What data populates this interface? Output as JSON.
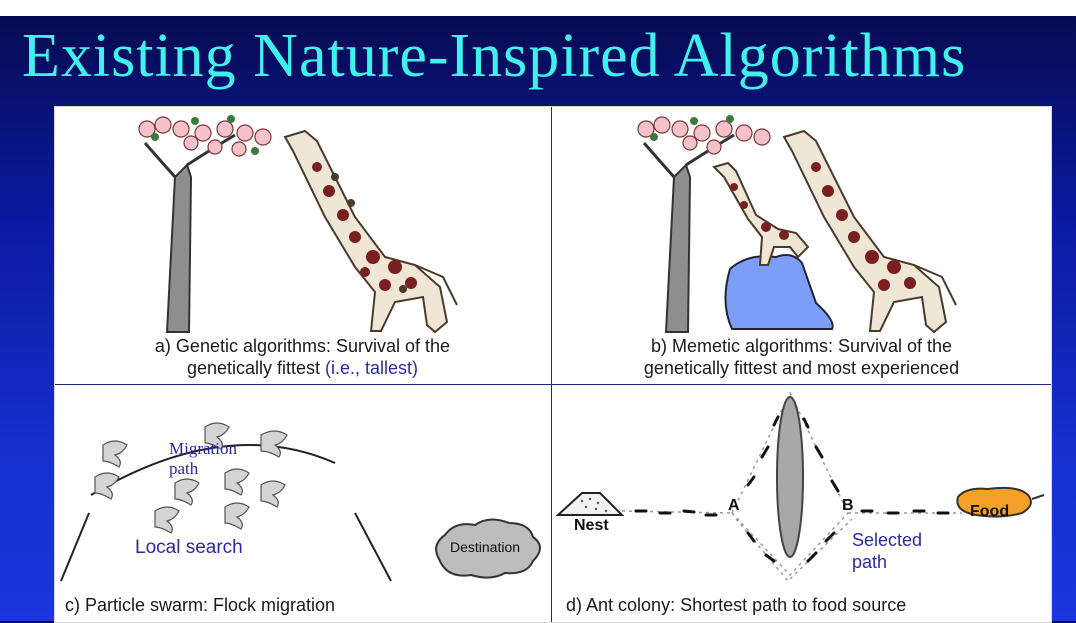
{
  "slide": {
    "title": "Existing Nature-Inspired Algorithms",
    "colors": {
      "title": "#3ff2ee",
      "background": "#1730d0",
      "caption_highlight": "#2a2aa8"
    }
  },
  "panels": {
    "a": {
      "caption_line1": "a) Genetic algorithms: Survival of the",
      "caption_line2": "genetically fittest",
      "caption_highlight": "(i.e., tallest)"
    },
    "b": {
      "caption_line1": "b) Memetic algorithms: Survival of the",
      "caption_line2": "genetically fittest and most experienced"
    },
    "c": {
      "caption": "c) Particle swarm: Flock migration",
      "label_migration_line1": "Migration",
      "label_migration_line2": "path",
      "label_local_search": "Local search",
      "label_destination": "Destination"
    },
    "d": {
      "caption": "d) Ant colony: Shortest path to food source",
      "label_nest": "Nest",
      "label_a": "A",
      "label_b": "B",
      "label_food": "Food",
      "label_selected_line1": "Selected",
      "label_selected_line2": "path"
    }
  }
}
